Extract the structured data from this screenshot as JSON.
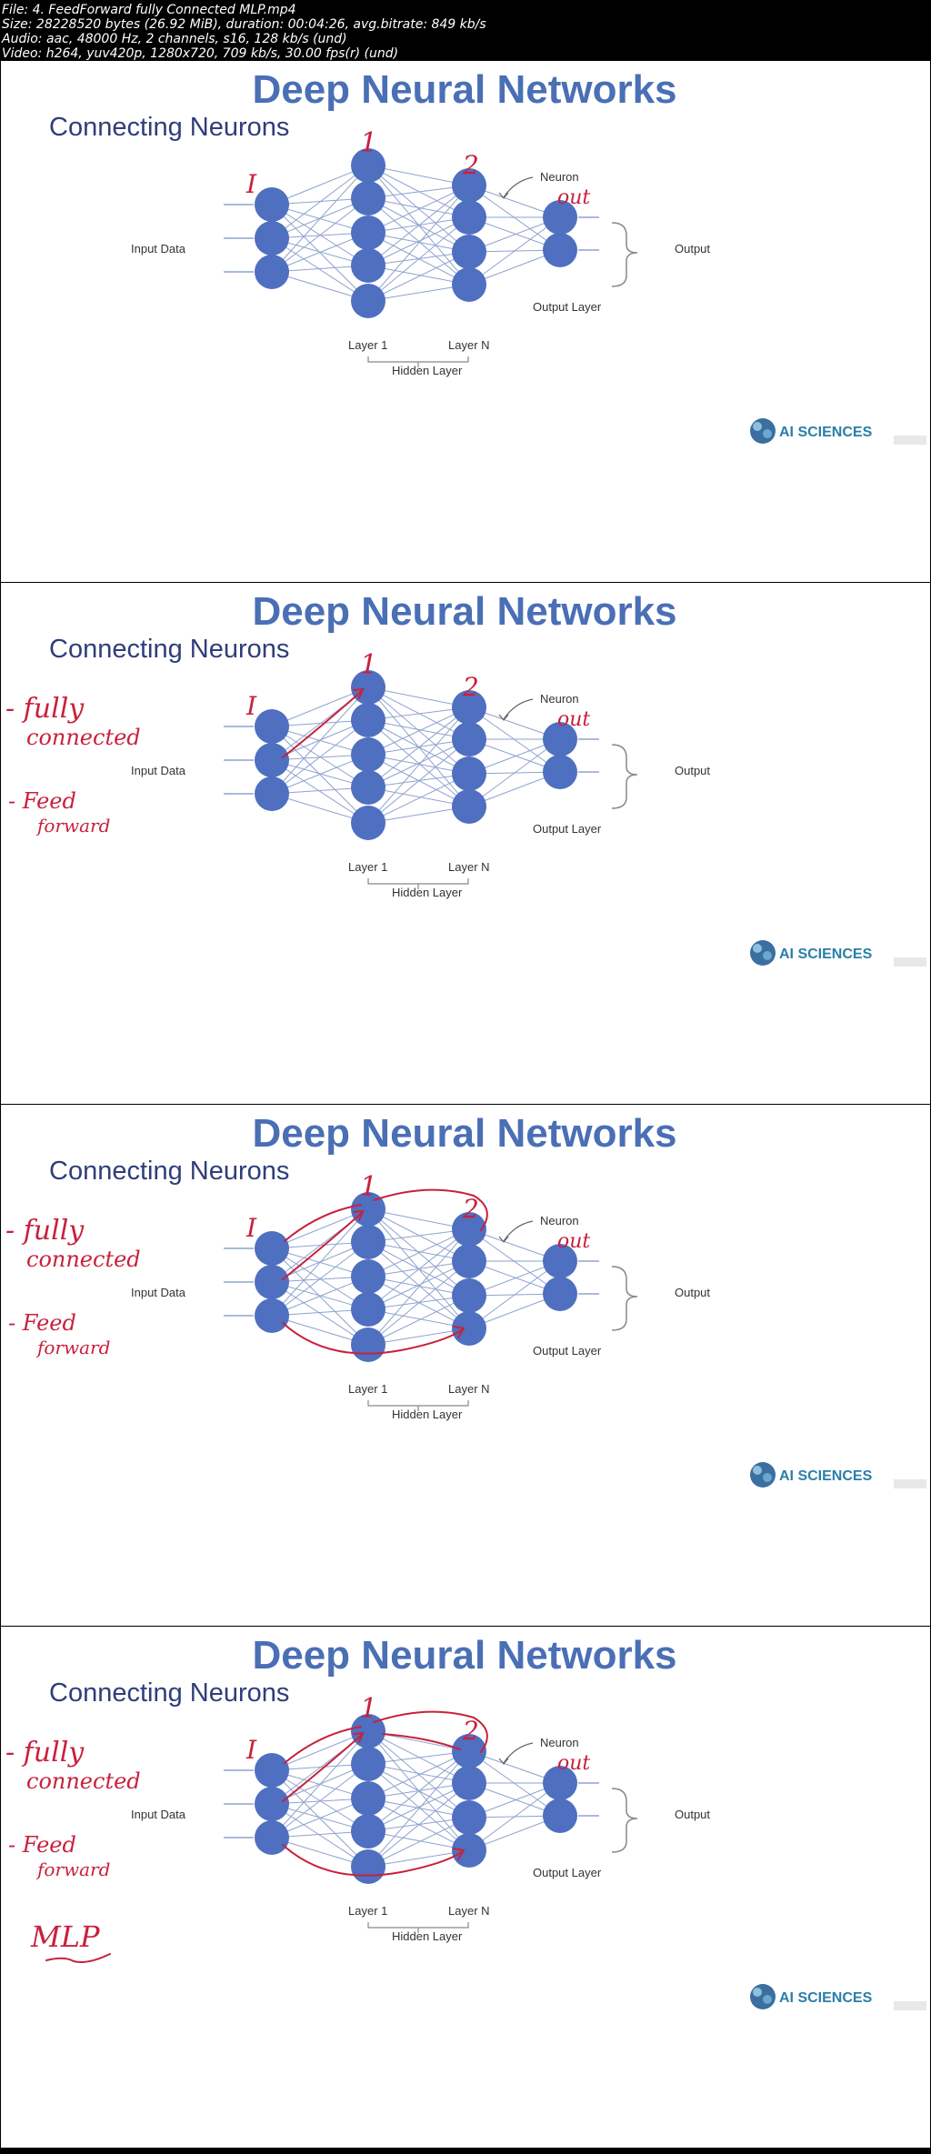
{
  "file_info": {
    "line1": "File: 4. FeedForward fully Connected MLP.mp4",
    "line2": "Size: 28228520 bytes (26.92 MiB), duration: 00:04:26, avg.bitrate: 849 kb/s",
    "line3": "Audio: aac, 48000 Hz, 2 channels, s16, 128 kb/s (und)",
    "line4": "Video: h264, yuv420p, 1280x720, 709 kb/s, 30.00 fps(r) (und)"
  },
  "slide": {
    "title": "Deep Neural Networks",
    "subtitle": "Connecting Neurons",
    "input_label": "Input Data",
    "output_label": "Output",
    "output_layer_label": "Output Layer",
    "neuron_label": "Neuron",
    "layer1_label": "Layer 1",
    "layerN_label": "Layer N",
    "hidden_label": "Hidden Layer",
    "logo_text": "AI SCIENCES",
    "hand_layer1": "1",
    "hand_layer2": "2",
    "hand_input": "I",
    "hand_out": "out"
  },
  "annotations": {
    "fully": "- fully",
    "connected": "connected",
    "feed": "- Feed",
    "forward": "forward",
    "mlp": "MLP"
  },
  "colors": {
    "title": "#4a6fb5",
    "subtitle": "#2f3e7a",
    "neuron": "#4f6fc0",
    "edge": "#8ea3cf",
    "ink": "#c8213c",
    "logo": "#2a7fa8"
  },
  "frames": [
    {
      "label": "frame-1",
      "annotation_level": 0
    },
    {
      "label": "frame-2",
      "annotation_level": 1
    },
    {
      "label": "frame-3",
      "annotation_level": 2
    },
    {
      "label": "frame-4",
      "annotation_level": 3
    }
  ]
}
